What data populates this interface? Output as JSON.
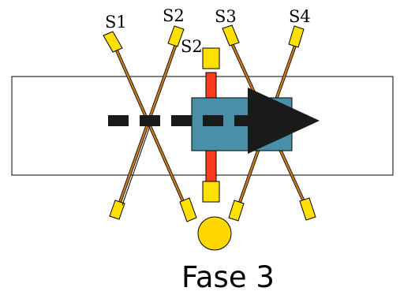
{
  "sensors": {
    "s1": "S1",
    "s2": "S2",
    "s3": "S3",
    "s4": "S4",
    "s2_inner": "S2"
  },
  "caption": "Fase 3",
  "colors": {
    "tape_border": "#000000",
    "sensor_body": "#ffe000",
    "sensor_cable": "#c87a1a",
    "block": "#4a8fa8",
    "red_bar": "#ff3b1f",
    "arrow": "#1a1a1a",
    "ball": "#ffd700"
  }
}
